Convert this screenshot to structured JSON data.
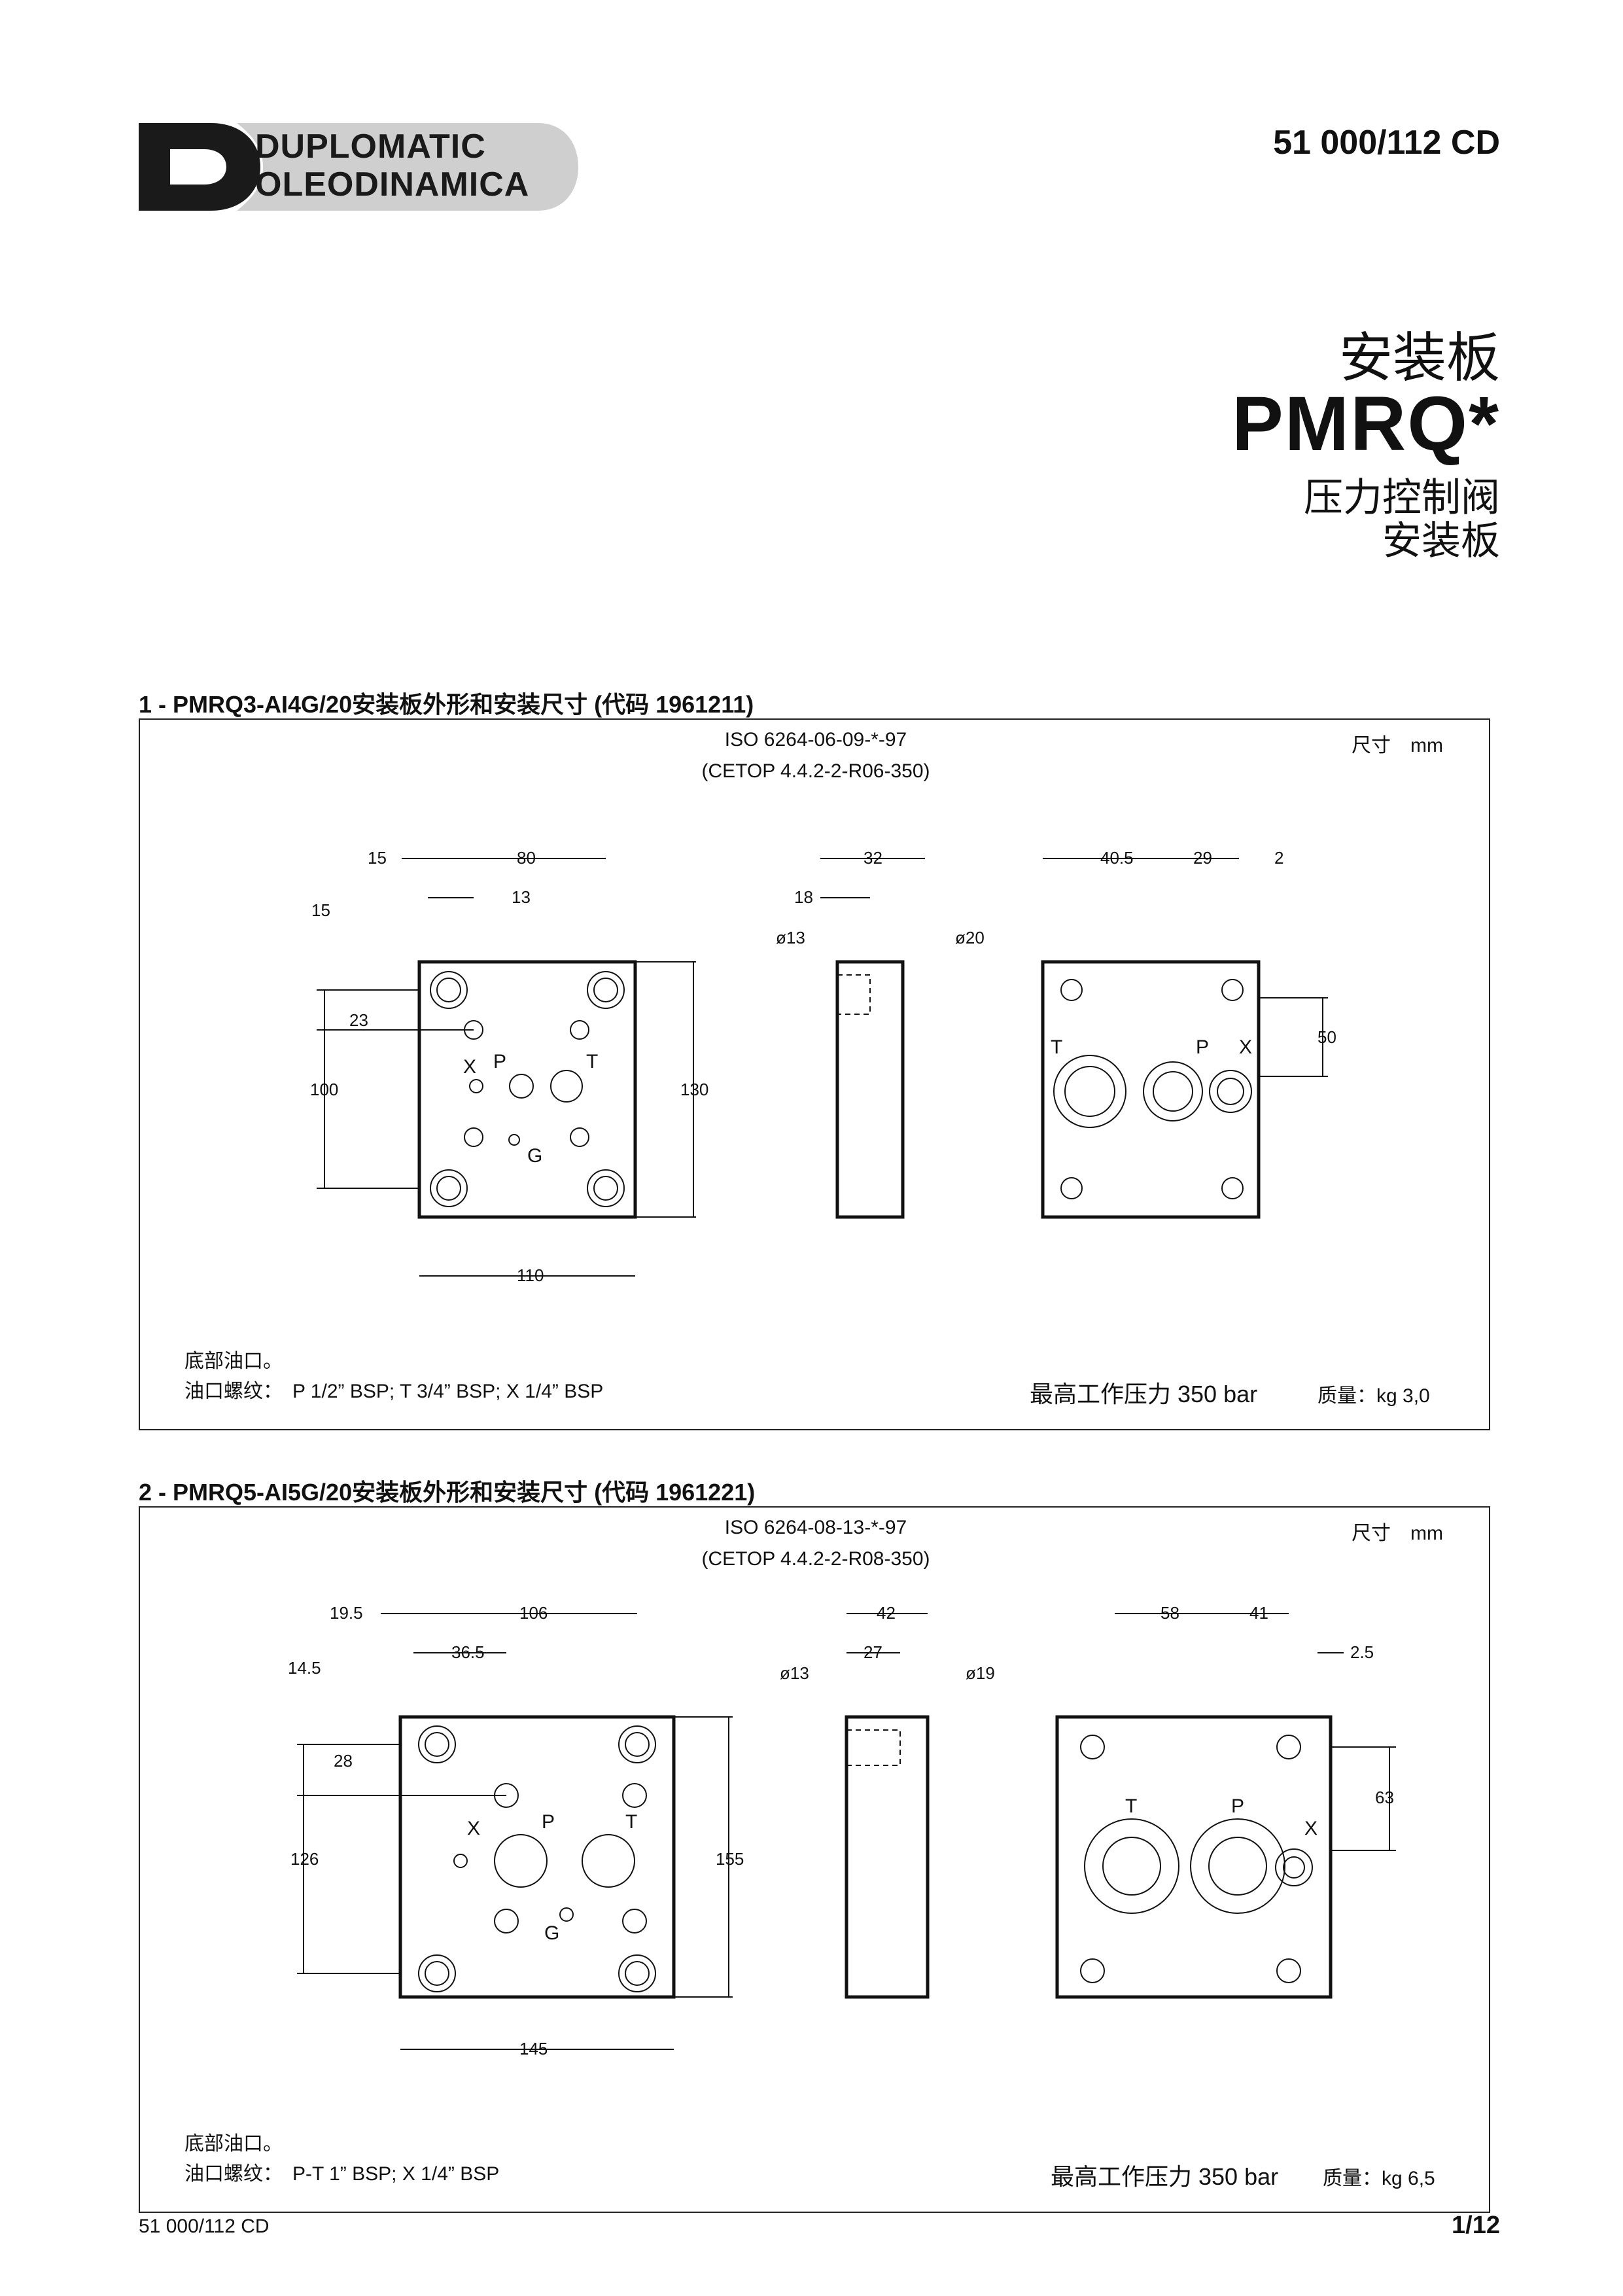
{
  "header": {
    "brand_line1": "DUPLOMATIC",
    "brand_line2": "OLEODINAMICA",
    "doc_code": "51 000/112 CD"
  },
  "title": {
    "cn": "安装板",
    "model": "PMRQ*",
    "subtitle1": "压力控制阀",
    "subtitle2": "安装板"
  },
  "section1": {
    "heading": "1 - PMRQ3-AI4G/20安装板外形和安装尺寸 (代码 1961211)",
    "iso": "ISO 6264-06-09-*-97",
    "cetop": "(CETOP 4.4.2-2-R06-350)",
    "units": "尺寸　mm",
    "note1": "底部油口。",
    "note2": "油口螺纹：　P 1/2” BSP; T 3/4” BSP; X 1/4” BSP",
    "pressure": "最高工作压力 350 bar",
    "mass": "质量：kg  3,0",
    "dims": {
      "top_left": "15",
      "top_width": "80",
      "hole_offset": "13",
      "left_top": "15",
      "left_mid": "23",
      "height_inner": "100",
      "height": "130",
      "width": "110",
      "side_w": "32",
      "side_depth": "18",
      "d_small": "ø13",
      "d_large": "ø20",
      "rear_a": "40.5",
      "rear_b": "29",
      "rear_c": "2",
      "rear_v": "50"
    },
    "ports": {
      "x": "X",
      "p": "P",
      "t": "T",
      "g": "G"
    }
  },
  "section2": {
    "heading": "2 - PMRQ5-AI5G/20安装板外形和安装尺寸 (代码 1961221)",
    "iso": "ISO 6264-08-13-*-97",
    "cetop": "(CETOP 4.4.2-2-R08-350)",
    "units": "尺寸　mm",
    "note1": "底部油口。",
    "note2": "油口螺纹：　P-T 1” BSP; X 1/4” BSP",
    "pressure": "最高工作压力 350 bar",
    "mass": "质量：kg 6,5",
    "dims": {
      "top_left": "19.5",
      "top_width": "106",
      "hole_offset": "36.5",
      "left_top": "14.5",
      "left_mid": "28",
      "height_inner": "126",
      "height": "155",
      "width": "145",
      "side_w": "42",
      "side_depth": "27",
      "d_small": "ø13",
      "d_large": "ø19",
      "rear_a": "58",
      "rear_b": "41",
      "rear_c": "2.5",
      "rear_v": "63"
    },
    "ports": {
      "x": "X",
      "p": "P",
      "t": "T",
      "g": "G"
    }
  },
  "footer": {
    "code": "51 000/112 CD",
    "page": "1/12"
  }
}
